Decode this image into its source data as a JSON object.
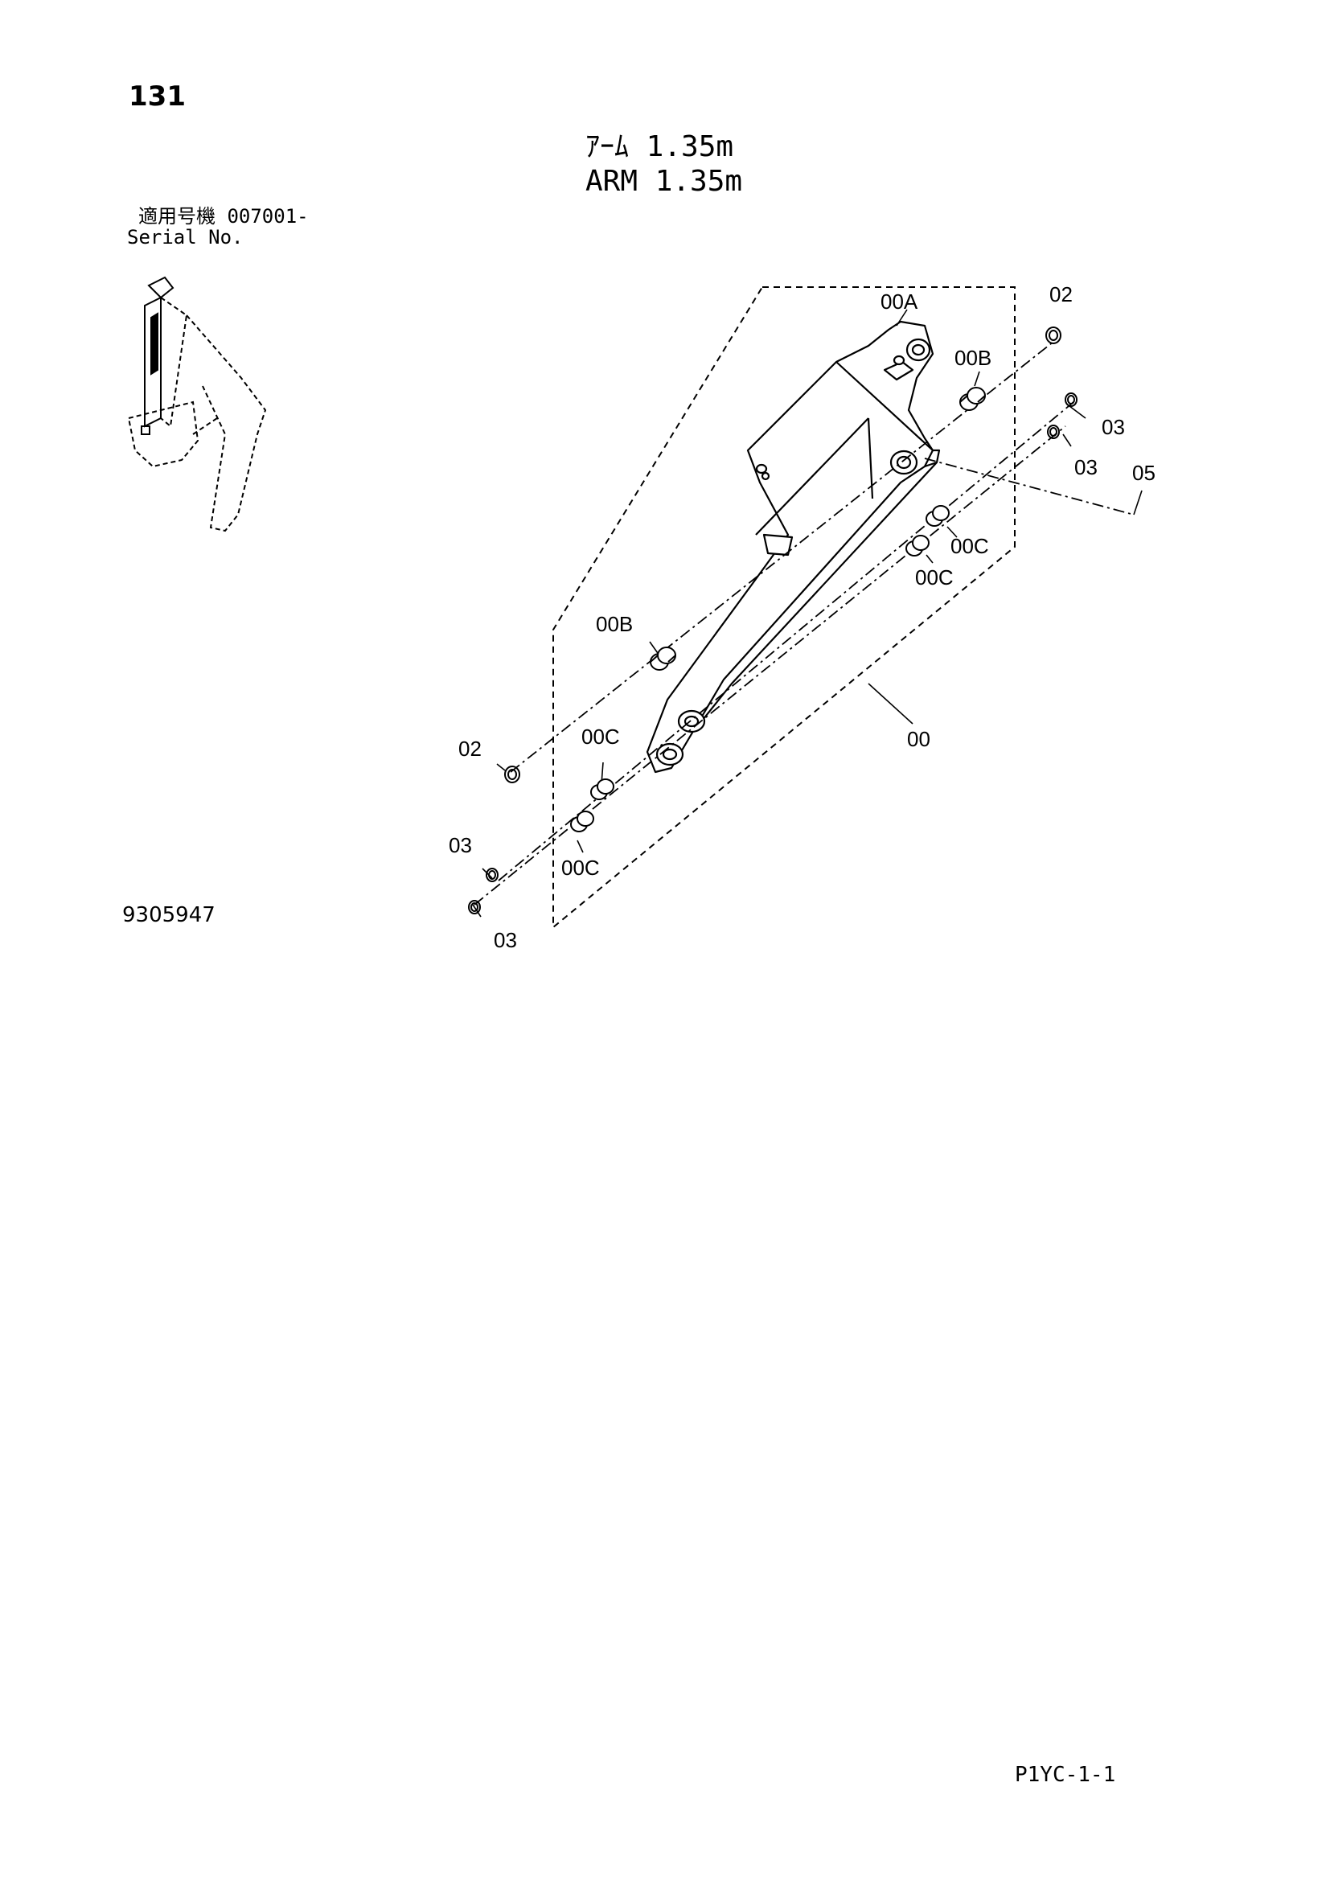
{
  "page": {
    "number": "131",
    "title_jp": "ｱｰﾑ 1.35m",
    "title_en": "ARM 1.35m",
    "serial_jp": "適用号機  007001-",
    "serial_en": "Serial No.",
    "drawing_number": "9305947",
    "page_code": "P1YC-1-1"
  },
  "callouts": {
    "c_00A": "00A",
    "c_02_top": "02",
    "c_00B_top": "00B",
    "c_03_a": "03",
    "c_03_b": "03",
    "c_05": "05",
    "c_00C_a": "00C",
    "c_00C_b": "00C",
    "c_00B_mid": "00B",
    "c_00": "00",
    "c_02_left": "02",
    "c_00C_c": "00C",
    "c_03_c": "03",
    "c_00C_d": "00C",
    "c_03_d": "03"
  }
}
